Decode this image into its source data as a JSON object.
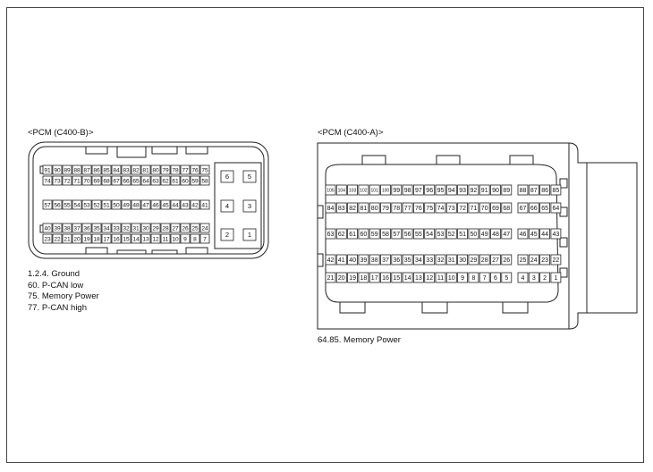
{
  "connector_b": {
    "title": "<PCM (C400-B)>",
    "rows": [
      [
        "91",
        "90",
        "89",
        "88",
        "87",
        "86",
        "85",
        "84",
        "83",
        "82",
        "81",
        "80",
        "79",
        "78",
        "77",
        "76",
        "75"
      ],
      [
        "74",
        "73",
        "72",
        "71",
        "70",
        "69",
        "68",
        "67",
        "66",
        "65",
        "64",
        "63",
        "62",
        "61",
        "60",
        "59",
        "58"
      ],
      [
        "57",
        "56",
        "55",
        "54",
        "53",
        "52",
        "51",
        "50",
        "49",
        "48",
        "47",
        "46",
        "45",
        "44",
        "43",
        "42",
        "41"
      ],
      [
        "40",
        "39",
        "38",
        "37",
        "36",
        "35",
        "34",
        "33",
        "32",
        "31",
        "30",
        "29",
        "28",
        "27",
        "26",
        "25",
        "24"
      ],
      [
        "23",
        "22",
        "21",
        "20",
        "19",
        "18",
        "17",
        "16",
        "15",
        "14",
        "13",
        "12",
        "11",
        "10",
        "9",
        "8",
        "7"
      ]
    ],
    "power_pins": [
      [
        "6",
        "5"
      ],
      [
        "4",
        "3"
      ],
      [
        "2",
        "1"
      ]
    ],
    "notes": [
      "1.2.4. Ground",
      "60. P-CAN low",
      "75. Memory Power",
      "77. P-CAN high"
    ]
  },
  "connector_a": {
    "title": "<PCM (C400-A)>",
    "rows_left": [
      [
        "105",
        "104",
        "103",
        "102",
        "101",
        "100",
        "99",
        "98",
        "97",
        "96",
        "95",
        "94",
        "93",
        "92",
        "91",
        "90",
        "89"
      ],
      [
        "84",
        "83",
        "82",
        "81",
        "80",
        "79",
        "78",
        "77",
        "76",
        "75",
        "74",
        "73",
        "72",
        "71",
        "70",
        "69",
        "68"
      ],
      [
        "63",
        "62",
        "61",
        "60",
        "59",
        "58",
        "57",
        "56",
        "55",
        "54",
        "53",
        "52",
        "51",
        "50",
        "49",
        "48",
        "47"
      ],
      [
        "42",
        "41",
        "40",
        "39",
        "38",
        "37",
        "36",
        "35",
        "34",
        "33",
        "32",
        "31",
        "30",
        "29",
        "28",
        "27",
        "26"
      ],
      [
        "21",
        "20",
        "19",
        "18",
        "17",
        "16",
        "15",
        "14",
        "13",
        "12",
        "11",
        "10",
        "9",
        "8",
        "7",
        "6",
        "5"
      ]
    ],
    "rows_right": [
      [
        "88",
        "87",
        "86",
        "85"
      ],
      [
        "67",
        "66",
        "65",
        "64"
      ],
      [
        "46",
        "45",
        "44",
        "43"
      ],
      [
        "25",
        "24",
        "23",
        "22"
      ],
      [
        "4",
        "3",
        "2",
        "1"
      ]
    ],
    "notes": [
      "64.85. Memory Power"
    ]
  }
}
